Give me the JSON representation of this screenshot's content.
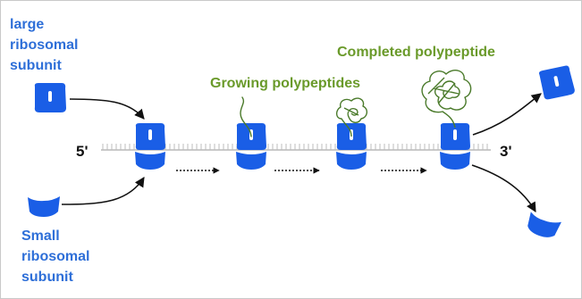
{
  "labels": {
    "large_subunit": [
      "large",
      "ribosomal",
      "subunit"
    ],
    "small_subunit": [
      "Small",
      "ribosomal",
      "subunit"
    ],
    "growing": "Growing polypeptides",
    "completed": "Completed polypeptide",
    "five_prime": "5'",
    "three_prime": "3'"
  },
  "colors": {
    "ribosome": "#1a5ee6",
    "label_blue": "#2e6fd8",
    "label_green": "#6a9a2a",
    "polypeptide": "#4a7a2a",
    "mrna": "#b8b8b8",
    "arrow": "#111111"
  },
  "icons": [
    "ribosome-icon",
    "large-subunit-icon",
    "small-subunit-icon",
    "polypeptide-icon",
    "arrow-icon"
  ]
}
